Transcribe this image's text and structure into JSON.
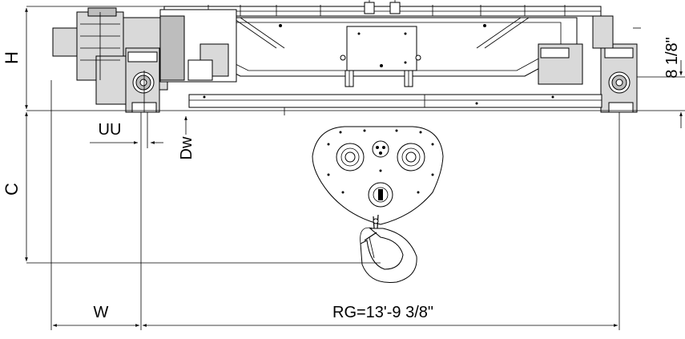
{
  "dimensions": {
    "h_label": "H",
    "c_label": "C",
    "uu_label": "UU",
    "dw_label": "Dw",
    "w_label": "W",
    "rg_label": "RG=13'-9 3/8\"",
    "side_label": "8 1/8\""
  },
  "colors": {
    "line": "#000000",
    "shade_light": "#d9d9d9",
    "shade_dark": "#bdbdbd"
  },
  "icons": [
    "hoist-trolley-drawing",
    "hook-block-drawing",
    "dimension-arrow"
  ]
}
